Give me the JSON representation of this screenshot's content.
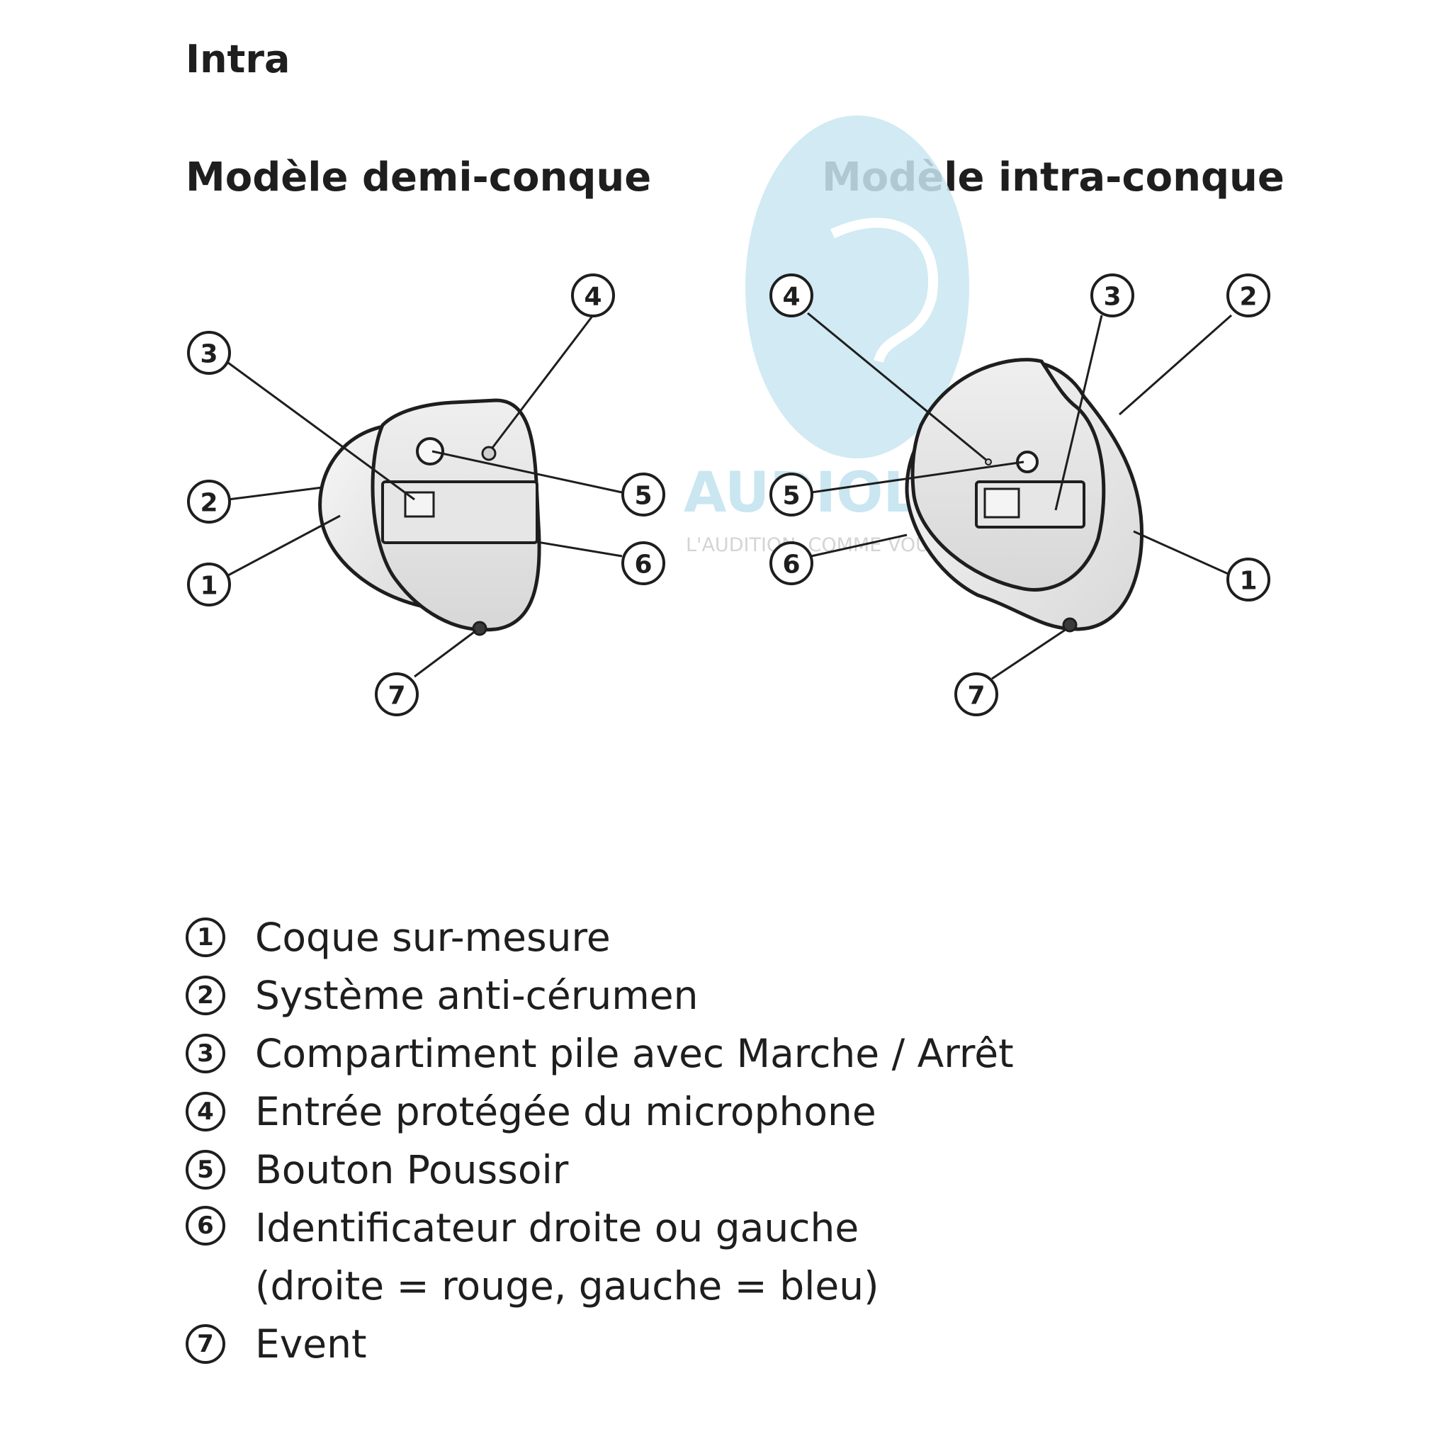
{
  "title": "Intra",
  "models": [
    {
      "title": "Modèle demi-conque"
    },
    {
      "title": "Modèle intra-conque"
    }
  ],
  "watermark": {
    "brand": "AUDIOLOGYS",
    "tagline": "L'AUDITION, COMME VOUS L'ENTENDEZ",
    "color": "#c9e6f1"
  },
  "callouts": [
    "1",
    "2",
    "3",
    "4",
    "5",
    "6",
    "7"
  ],
  "legend": [
    {
      "number": "1",
      "text": "Coque sur-mesure"
    },
    {
      "number": "2",
      "text": "Système anti-cérumen"
    },
    {
      "number": "3",
      "text": "Compartiment pile avec Marche / Arrêt"
    },
    {
      "number": "4",
      "text": "Entrée protégée du microphone"
    },
    {
      "number": "5",
      "text": "Bouton Poussoir"
    },
    {
      "number": "6",
      "text": "Identificateur droite ou gauche",
      "text2": "(droite = rouge, gauche = bleu)"
    },
    {
      "number": "7",
      "text": "Event"
    }
  ],
  "colors": {
    "ink": "#1e1e1e",
    "shell": "#ececec",
    "faceplate": "#e2e2e2"
  }
}
